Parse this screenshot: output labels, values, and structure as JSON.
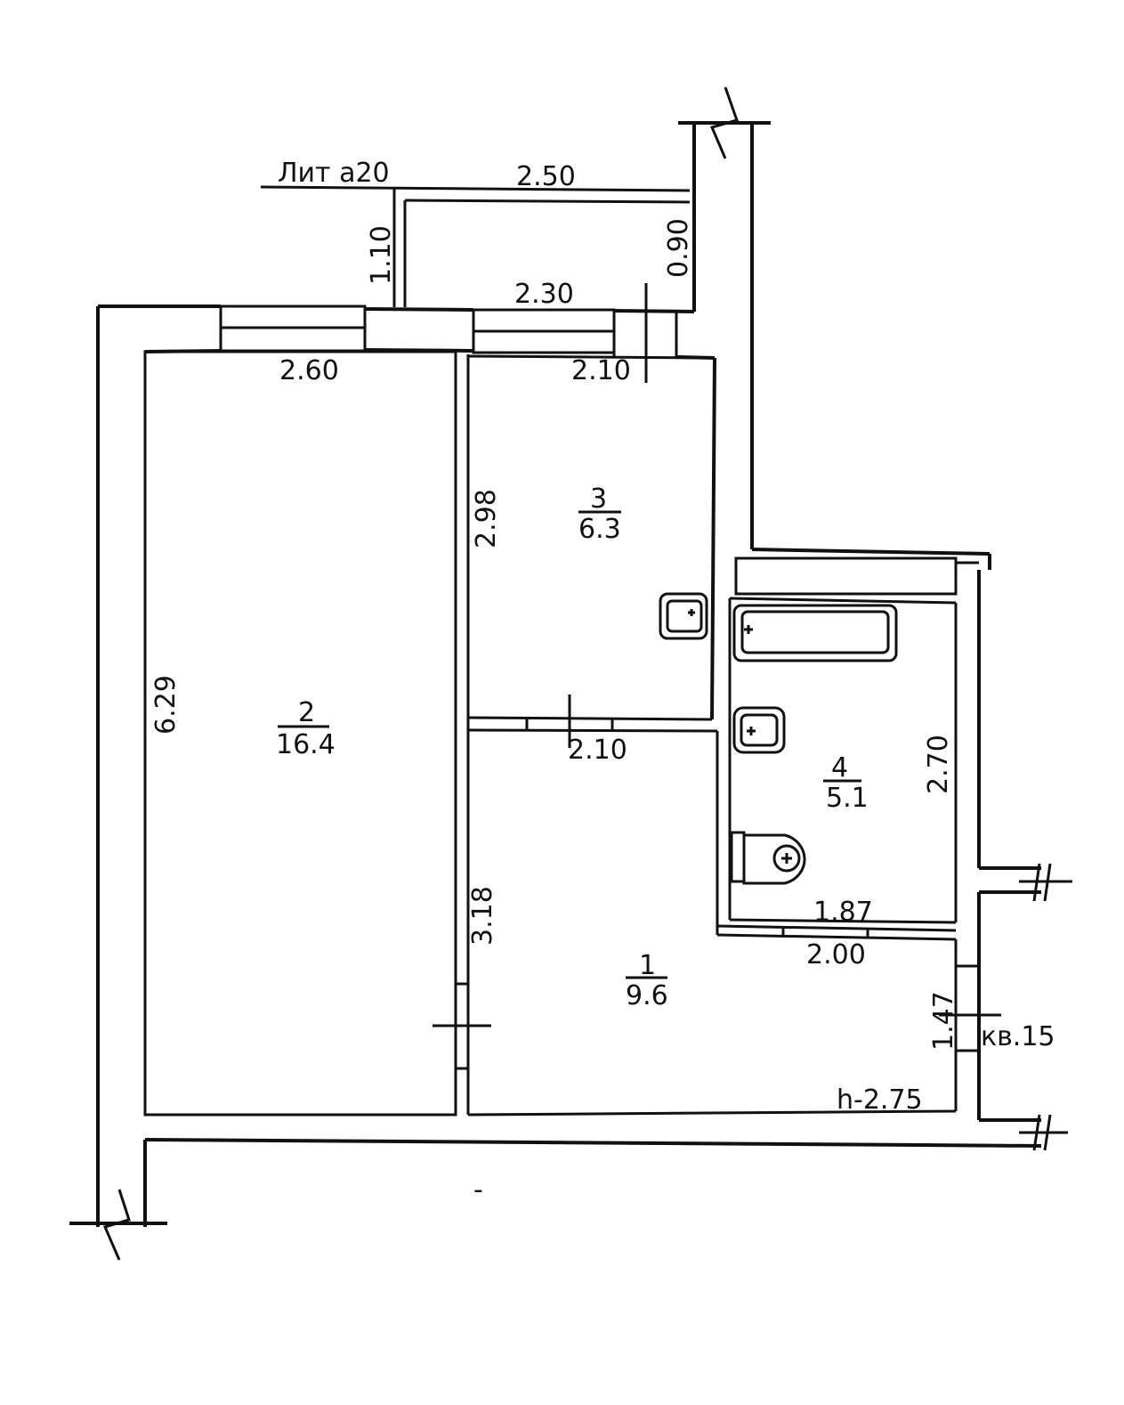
{
  "plan": {
    "letter_label": "Лит а20",
    "height_label": "h-2.75",
    "apartment_label": "кв.15",
    "balcony": {
      "dims": {
        "outer_width": "2.50",
        "inner_width": "2.30",
        "left_depth": "1.10",
        "right_depth": "0.90"
      }
    },
    "rooms": [
      {
        "number": "1",
        "area": "9.6",
        "dims": {
          "width_top": "2.10",
          "height": "3.18"
        }
      },
      {
        "number": "2",
        "area": "16.4",
        "dims": {
          "width": "2.60",
          "height": "6.29"
        }
      },
      {
        "number": "3",
        "area": "6.3",
        "dims": {
          "width": "2.10",
          "height": "2.98"
        }
      },
      {
        "number": "4",
        "area": "5.1",
        "dims": {
          "width_inner": "1.87",
          "width_outer": "2.00",
          "height": "2.70"
        }
      }
    ],
    "entrance_width": "1.47",
    "small_mark": "-",
    "fixtures": [
      "kitchen-sink-icon",
      "bathtub-icon",
      "washbasin-icon",
      "toilet-icon"
    ]
  }
}
